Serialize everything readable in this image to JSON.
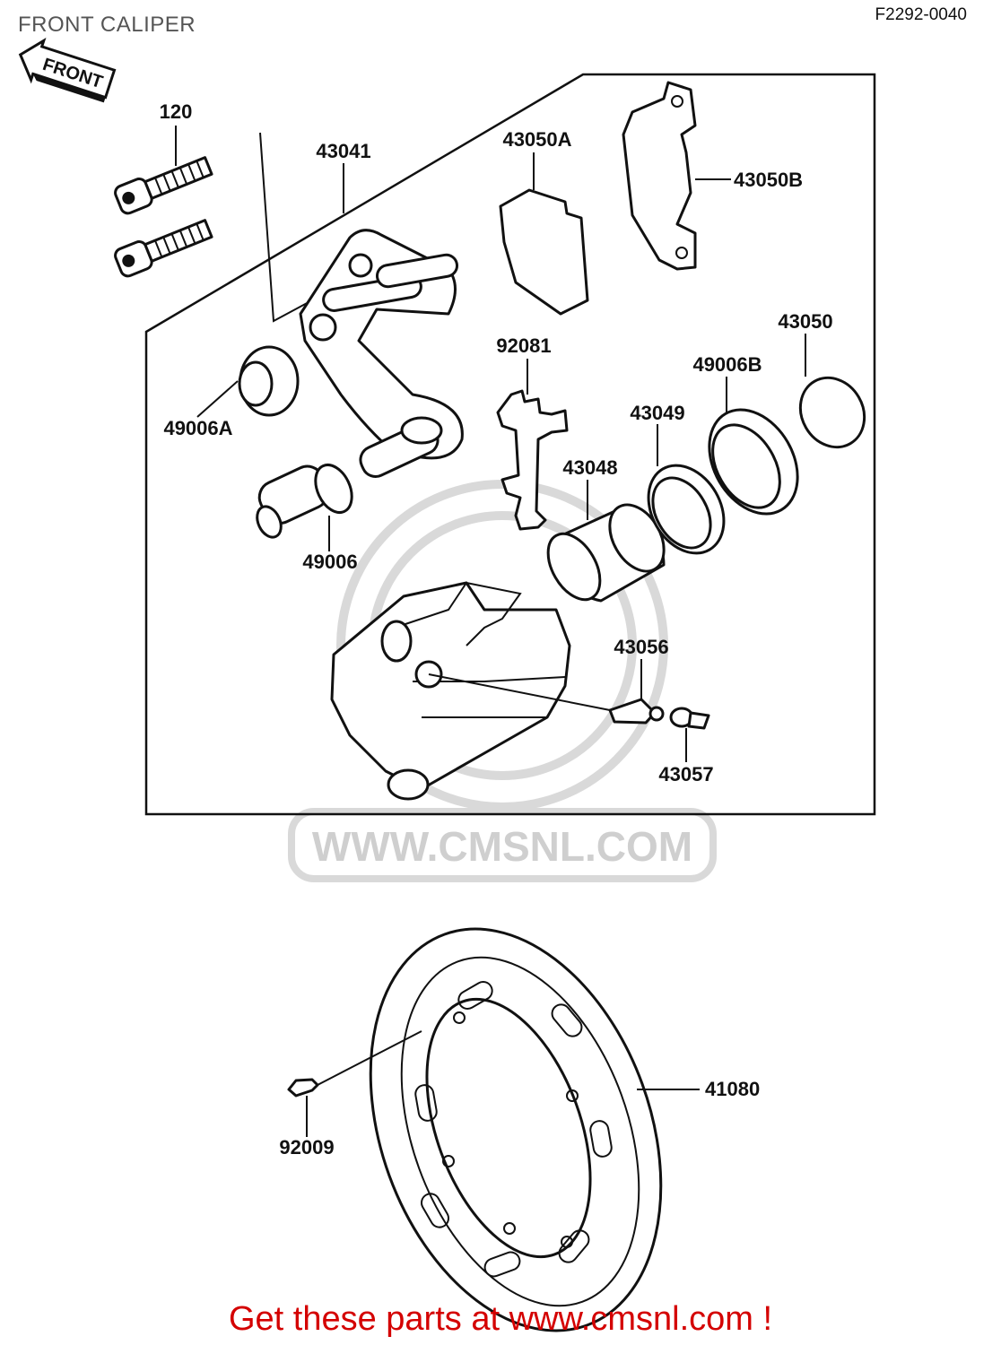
{
  "header": {
    "title": "FRONT CALIPER",
    "diagram_code": "F2292-0040"
  },
  "diagram": {
    "front_marker": "FRONT",
    "watermark_text": "WWW.CMSNL.COM",
    "callouts": [
      {
        "id": "120",
        "label": "120"
      },
      {
        "id": "43041",
        "label": "43041"
      },
      {
        "id": "43050A",
        "label": "43050A"
      },
      {
        "id": "43050B",
        "label": "43050B"
      },
      {
        "id": "43050",
        "label": "43050"
      },
      {
        "id": "92081",
        "label": "92081"
      },
      {
        "id": "49006B",
        "label": "49006B"
      },
      {
        "id": "49006A",
        "label": "49006A"
      },
      {
        "id": "43049",
        "label": "43049"
      },
      {
        "id": "43048",
        "label": "43048"
      },
      {
        "id": "49006",
        "label": "49006"
      },
      {
        "id": "43056",
        "label": "43056"
      },
      {
        "id": "43057",
        "label": "43057"
      },
      {
        "id": "41080",
        "label": "41080"
      },
      {
        "id": "92009",
        "label": "92009"
      }
    ]
  },
  "footer": {
    "cta_text": "Get these parts at www.cmsnl.com !"
  },
  "colors": {
    "cta": "#d40000",
    "line": "#111111",
    "watermark": "#d9d9d9"
  }
}
